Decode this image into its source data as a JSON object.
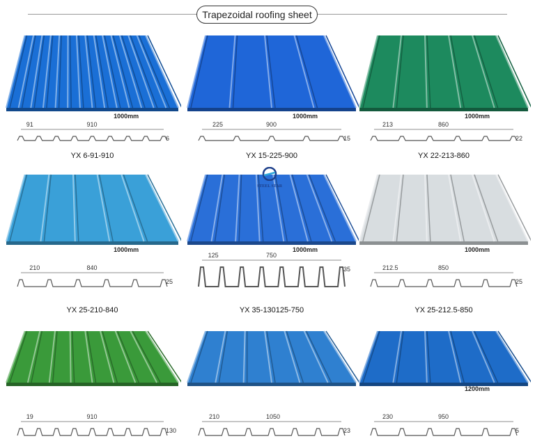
{
  "title": "Trapezoidal roofing sheet",
  "logo": {
    "text": "STEEL STAR",
    "color": "#1d3f8a"
  },
  "panels": [
    {
      "color": "#1a6fd6",
      "ribs": 14,
      "model": "YX 6-91-910",
      "width": "1000mm",
      "dims": [
        "91",
        "910",
        "6"
      ]
    },
    {
      "color": "#1f66d8",
      "ribs": 4,
      "model": "YX 15-225-900",
      "width": "1000mm",
      "dims": [
        "225",
        "900",
        "15"
      ]
    },
    {
      "color": "#1d8a5e",
      "ribs": 5,
      "model": "YX 22-213-860",
      "width": "1000mm",
      "dims": [
        "213",
        "860",
        "22"
      ]
    },
    {
      "color": "#3aa0d8",
      "ribs": 5,
      "model": "YX 25-210-840",
      "width": "1000mm",
      "dims": [
        "210",
        "840",
        "25"
      ]
    },
    {
      "color": "#2a6fd8",
      "ribs": 7,
      "model": "YX 35-130125-750",
      "width": "1000mm",
      "dims": [
        "125",
        "750",
        "35"
      ]
    },
    {
      "color": "#d8dde0",
      "ribs": 5,
      "model": "YX 25-212.5-850",
      "width": "1000mm",
      "dims": [
        "212.5",
        "850",
        "25"
      ]
    },
    {
      "color": "#3a9a3a",
      "ribs": 8,
      "model": "",
      "width": "",
      "dims": [
        "19",
        "910",
        "130"
      ]
    },
    {
      "color": "#2f80d0",
      "ribs": 6,
      "model": "",
      "width": "",
      "dims": [
        "210",
        "1050",
        "23"
      ]
    },
    {
      "color": "#1e6cc8",
      "ribs": 5,
      "model": "",
      "width": "1200mm",
      "dims": [
        "230",
        "950",
        "5"
      ]
    }
  ]
}
